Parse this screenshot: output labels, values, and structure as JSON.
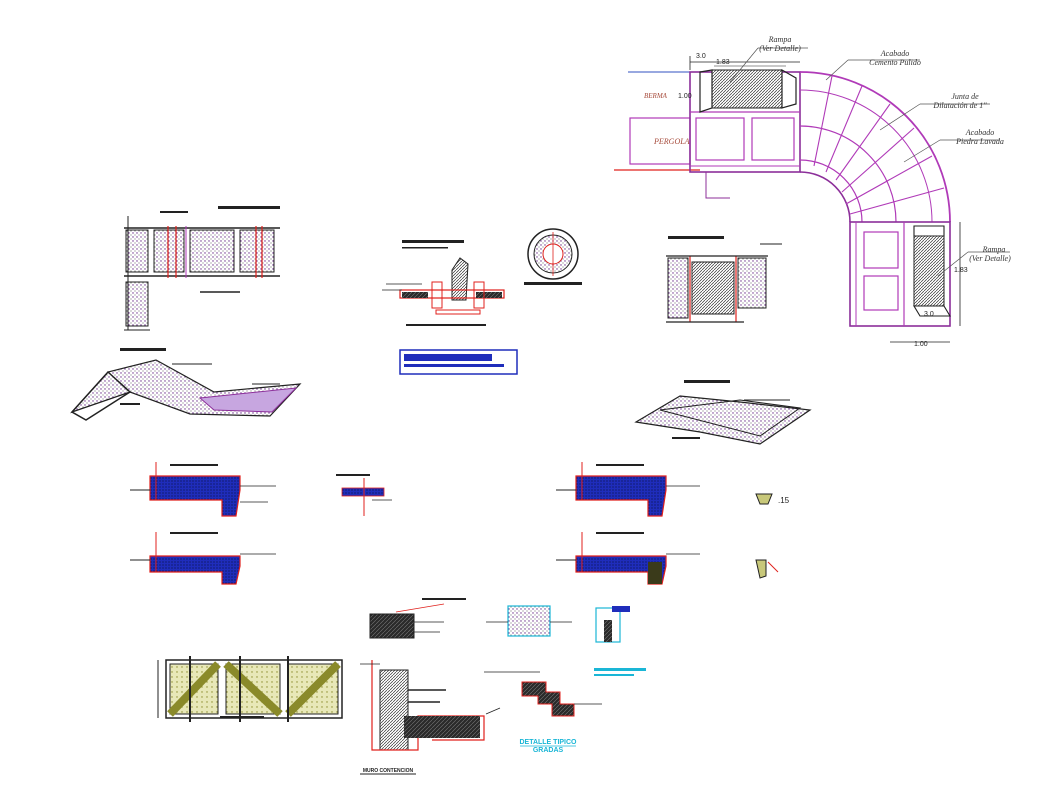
{
  "plan": {
    "labels": {
      "rampa_top_1": "Rampa",
      "rampa_top_2": "(Ver Detalle)",
      "acabado_cemento_1": "Acabado",
      "acabado_cemento_2": "Cemento Pulido",
      "junta_1": "Junta de",
      "junta_2": "Dilatación de 1\"",
      "acabado_piedra_1": "Acabado",
      "acabado_piedra_2": "Piedra Lavada",
      "rampa_right_1": "Rampa",
      "rampa_right_2": "(Ver Detalle)",
      "berma": "BERMA",
      "pergola": "PERGOLA"
    },
    "dims": {
      "d_top_30": "3.0",
      "d_top_183": "1.83",
      "d_left_100": "1.00",
      "d_right_183": "1.83",
      "d_right_30": "3.0",
      "d_bottom_100": "1.00"
    }
  },
  "details": {
    "dim_15": ".15",
    "detalle_tipico_1": "DETALLE TIPICO",
    "detalle_tipico_2": "GRADAS",
    "muro_caption": "MURO CONTENCION"
  },
  "colors": {
    "magenta": "#b03ab8",
    "purple": "#8c2f9a",
    "red": "#e0201c",
    "blue": "#1f2dbb",
    "dark": "#222222",
    "olive": "#8a8a2a",
    "cyan": "#1ab6d6",
    "brown": "#a64a3a"
  }
}
